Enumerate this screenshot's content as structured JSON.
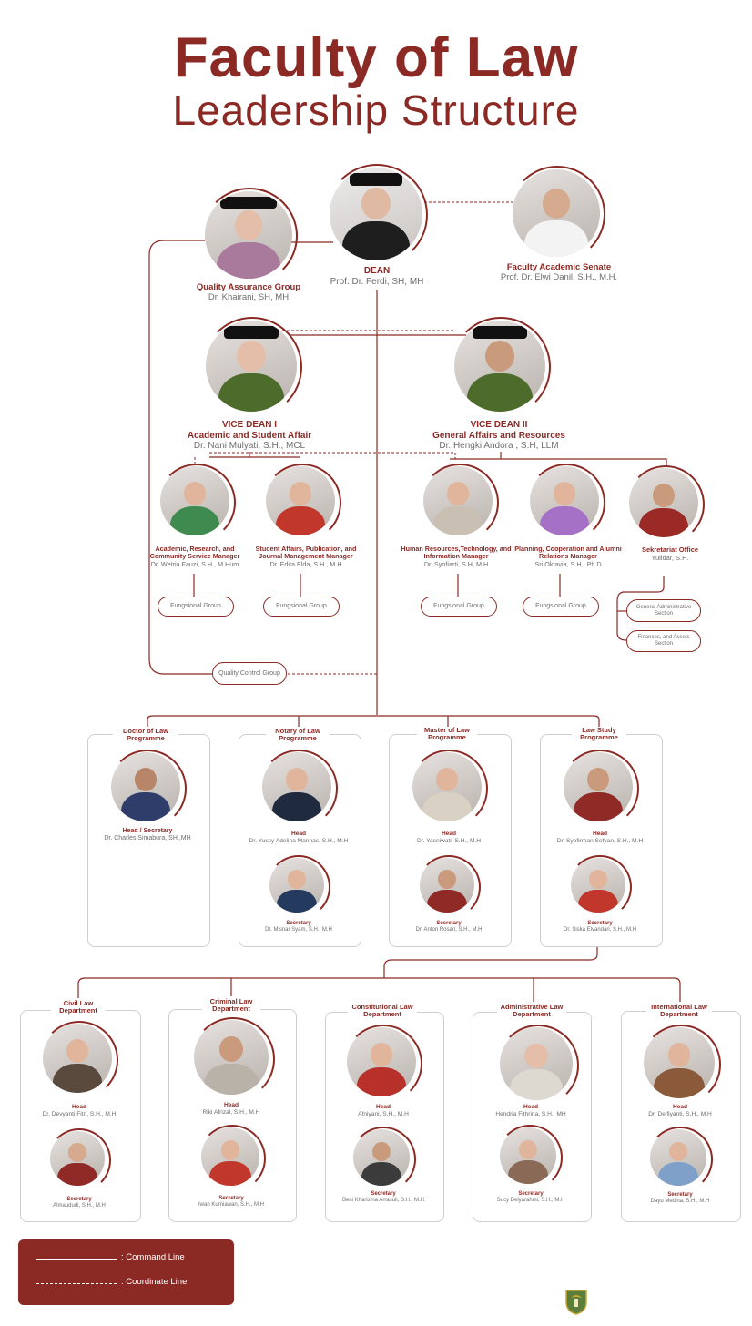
{
  "header": {
    "title": "Faculty of Law",
    "subtitle": "Leadership Structure"
  },
  "top": {
    "dean": {
      "role": "DEAN",
      "name": "Prof. Dr. Ferdi, SH, MH"
    },
    "qag": {
      "role": "Quality Assurance Group",
      "name": "Dr. Khairani, SH, MH"
    },
    "senate": {
      "role": "Faculty Academic Senate",
      "name": "Prof. Dr. Elwi Danil, S.H., M.H."
    }
  },
  "vice_deans": {
    "vd1": {
      "role1": "VICE DEAN I",
      "role2": "Academic and Student Affair",
      "name": "Dr. Nani Mulyati, S.H., MCL"
    },
    "vd2": {
      "role1": "VICE DEAN II",
      "role2": "General Affairs and Resources",
      "name": "Dr. Hengki Andora , S.H, LLM"
    }
  },
  "managers": [
    {
      "role": "Academic, Research, and Community Service Manager",
      "name": "Dr. Wetria Fauzi, S.H., M.Hum",
      "group": "Fungsional Group"
    },
    {
      "role": "Student Affairs, Publication, and Journal Management Manager",
      "name": "Dr. Edita Elda, S.H., M.H",
      "group": "Fungsional Group"
    },
    {
      "role": "Human Resources,Technology, and Information Manager",
      "name": "Dr. Syofiarti, S.H, M.H",
      "group": "Fungsional Group"
    },
    {
      "role": "Planning, Cooperation and Alumni Relations Manager",
      "name": "Sri Oktavia, S.H,. Ph.D",
      "group": "Fungsional Group"
    },
    {
      "role": "Sekretariat Office",
      "name": "Yulidar, S.H."
    }
  ],
  "sections": {
    "general": "General Administrative Section",
    "finance": "Finances, and Assets Section",
    "qcg": "Quality Control Group"
  },
  "programmes": [
    {
      "title": "Doctor of Law Programme",
      "head_role": "Head / Secretary",
      "head": "Dr. Charles Simabura, SH.,MH"
    },
    {
      "title": "Notary of Law Programme",
      "head_role": "Head",
      "head": "Dr. Yussy Adelina Mannas, S.H., M.H",
      "sec_role": "Secretary",
      "sec": "Dr. Misnar Syam, S.H., M.H"
    },
    {
      "title": "Master of Law Programme",
      "head_role": "Head",
      "head": "Dr. Yasniwati, S.H., M.H",
      "sec_role": "Secretary",
      "sec": "Dr. Anton Rosari, S.H., M.H"
    },
    {
      "title": "Law Study Programme",
      "head_role": "Head",
      "head": "Dr. Syofirman Sofyan, S.H., M.H",
      "sec_role": "Secretary",
      "sec": "Dr. Siska Elvandari, S.H., M.H"
    }
  ],
  "departments": [
    {
      "title": "Civil Law Department",
      "head_role": "Head",
      "head": "Dr. Devyanti Fitri, S.H., M.H",
      "sec_role": "Secretary",
      "sec": "Almaududi, S.H., M.H"
    },
    {
      "title": "Criminal Law Department",
      "head_role": "Head",
      "head": "Riki Afrizal, S.H., M.H",
      "sec_role": "Secretary",
      "sec": "Iwan Kurniawan, S.H., M.H"
    },
    {
      "title": "Constitutional Law Department",
      "head_role": "Head",
      "head": "Afniyani, S.H., M.H",
      "sec_role": "Secretary",
      "sec": "Beni Kharisma Arrasuli, S.H., M.H"
    },
    {
      "title": "Administrative Law Department",
      "head_role": "Head",
      "head": "Hendria Fithrina, S.H., MH",
      "sec_role": "Secretary",
      "sec": "Sucy Delyarahmi, S.H., M.H"
    },
    {
      "title": "International Law Department",
      "head_role": "Head",
      "head": "Dr. Delfiyanti, S.H., M.H",
      "sec_role": "Secretary",
      "sec": "Dayu Medina, S.H., M.H"
    }
  ],
  "legend": {
    "command": ": Command Line",
    "coordinate": ": Coordinate Line"
  },
  "colors": {
    "accent": "#8b2a25",
    "legend_bg": "#8b2a25"
  },
  "icons": {
    "logo": "university-emblem-icon"
  }
}
